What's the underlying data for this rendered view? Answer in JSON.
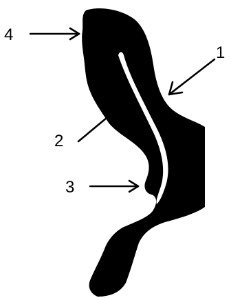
{
  "diagram": {
    "fill_color": "#000000",
    "background_color": "#ffffff",
    "slit_color": "#ffffff",
    "labels": [
      {
        "id": "label-1",
        "text": "1"
      },
      {
        "id": "label-2",
        "text": "2"
      },
      {
        "id": "label-3",
        "text": "3"
      },
      {
        "id": "label-4",
        "text": "4"
      }
    ]
  }
}
